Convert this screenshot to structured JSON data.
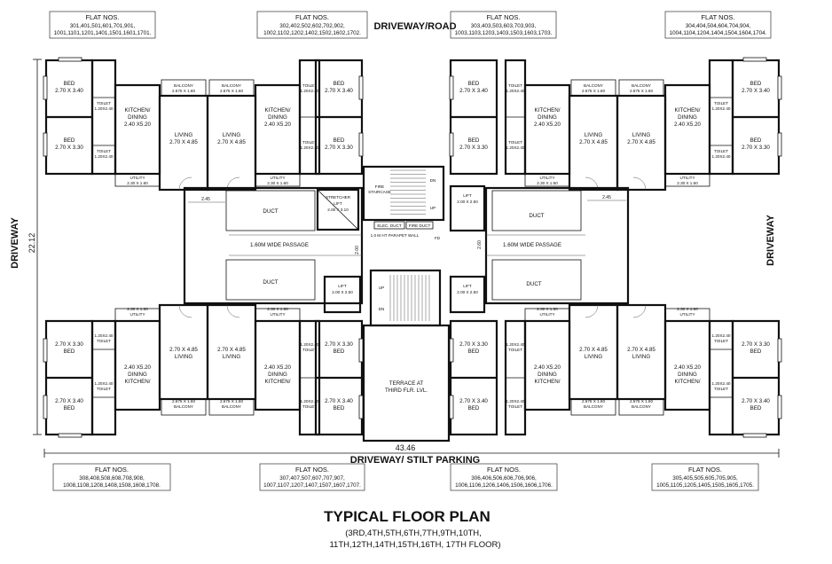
{
  "title": "TYPICAL FLOOR PLAN",
  "subtitle_line1": "(3RD,4TH,5TH,6TH,7TH,9TH,10TH,",
  "subtitle_line2": "11TH,12TH,14TH,15TH,16TH, 17TH FLOOR)",
  "top_road": "DRIVEWAY/ROAD",
  "bottom_road": "DRIVEWAY/ STILT PARKING",
  "side_left": "DRIVEWAY",
  "side_right": "DRIVEWAY",
  "overall_width": "43.46",
  "overall_depth": "22.12",
  "flat_nos_heading": "FLAT NOS.",
  "flat_boxes": {
    "top": [
      {
        "l1": "301,401,501,601,701,901,",
        "l2": "1001,1101,1201,1401,1501,1601,1701."
      },
      {
        "l1": "302,402,502,602,702,902,",
        "l2": "1002,1102,1202,1402,1502,1602,1702."
      },
      {
        "l1": "303,403,503,603,703,903,",
        "l2": "1003,1103,1203,1403,1503,1603,1703."
      },
      {
        "l1": "304,404,504,604,704,904,",
        "l2": "1004,1104,1204,1404,1504,1604,1704."
      }
    ],
    "bottom": [
      {
        "l1": "308,408,508,608,708,908,",
        "l2": "1008,1108,1208,1408,1508,1608,1708."
      },
      {
        "l1": "307,407,507,607,707,907,",
        "l2": "1007,1107,1207,1407,1507,1607,1707."
      },
      {
        "l1": "306,406,506,606,706,906,",
        "l2": "1006,1106,1206,1406,1506,1606,1706."
      },
      {
        "l1": "305,405,505,605,705,905,",
        "l2": "1005,1105,1205,1405,1505,1605,1705."
      }
    ]
  },
  "rooms": {
    "bed": "BED",
    "bed_a": "2.70 X 3.40",
    "bed_b": "2.70 X 3.30",
    "living": "LIVING",
    "living_size": "2.70 X 4.85",
    "kitchen1": "KITCHEN/",
    "kitchen2": "DINING",
    "kitchen_size": "2.40 X5.20",
    "toilet": "TOILET",
    "toilet_size": "1.20X2.40",
    "utility": "UTILITY",
    "utility_size": "2.30 X 1.60",
    "balcony": "BALCONY",
    "balcony_size": "2.675 X 1.60",
    "duct": "DUCT",
    "passage": "1.60M WIDE PASSAGE",
    "lift": "LIFT",
    "lift_size": "2.00 X 2.50",
    "stretcher1": "STRETCHER",
    "stretcher2": "LIFT",
    "stretcher_size": "2.00 X 3.10",
    "fire1": "FIRE",
    "fire2": "STAIRCASE",
    "elec_duct": "ELEC. DUCT",
    "fire_duct": "FIRE DUCT",
    "parapet": "1.0 M HT PARAPET WALL",
    "fd": "FD",
    "terrace1": "TERRACE AT",
    "terrace2": "THIRD FLR. LVL.",
    "up": "UP",
    "dn": "DN"
  },
  "dims": {
    "d245": "2.45",
    "d200": "2.00",
    "d260": "2.60",
    "d520": "5.20",
    "d485": "4.85",
    "d340": "3.40",
    "d330": "3.30",
    "d160": "1.60"
  }
}
